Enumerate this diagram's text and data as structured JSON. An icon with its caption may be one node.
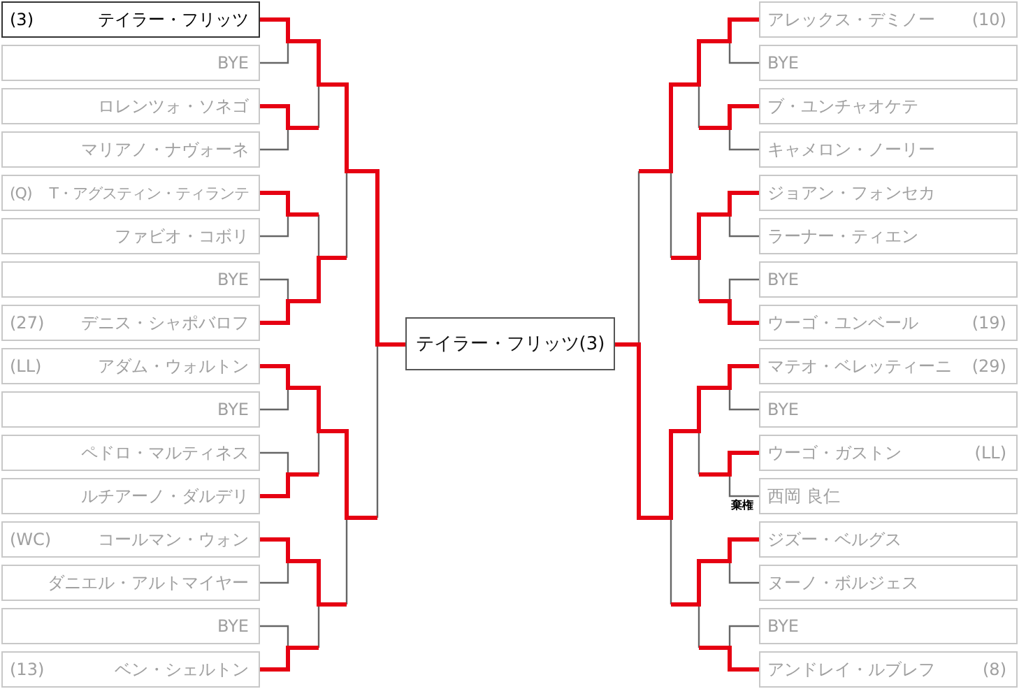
{
  "diagram": {
    "nodes": [
      {
        "text": [
          "(3)",
          "テイラー・フリッツ"
        ]
      },
      {
        "text": [
          "BYE"
        ]
      },
      {
        "text": [
          "ロレンツォ・ソネゴ"
        ]
      },
      {
        "text": [
          "マリアノ・ナヴォーネ"
        ]
      },
      {
        "text": [
          "(Q)",
          "T・アグスティン・ティランテ"
        ]
      },
      {
        "text": [
          "ファビオ・コボリ"
        ]
      },
      {
        "text": [
          "BYE"
        ]
      },
      {
        "text": [
          "(27)",
          "デニス・シャポバロフ"
        ]
      },
      {
        "text": [
          "(LL)",
          "アダム・ウォルトン"
        ]
      },
      {
        "text": [
          "BYE"
        ]
      },
      {
        "text": [
          "ペドロ・マルティネス"
        ]
      },
      {
        "text": [
          "ルチアーノ・ダルデリ"
        ]
      },
      {
        "text": [
          "(WC)",
          "コールマン・ウォン"
        ]
      },
      {
        "text": [
          "ダニエル・アルトマイヤー"
        ]
      },
      {
        "text": [
          "BYE"
        ]
      },
      {
        "text": [
          "(13)",
          "ベン・シェルトン"
        ]
      },
      {
        "text": [
          "テイラー・フリッツ(3)"
        ]
      },
      {
        "text": [
          "アレックス・デミノー",
          "(10)"
        ]
      },
      {
        "text": [
          "BYE"
        ]
      },
      {
        "text": [
          "ブ・ユンチャオケテ"
        ]
      },
      {
        "text": [
          "キャメロン・ノーリー"
        ]
      },
      {
        "text": [
          "ジョアン・フォンセカ"
        ]
      },
      {
        "text": [
          "ラーナー・ティエン"
        ]
      },
      {
        "text": [
          "BYE"
        ]
      },
      {
        "text": [
          "ウーゴ・ユンベール",
          "(19)"
        ]
      },
      {
        "text": [
          "マテオ・ベレッティーニ",
          "(29)"
        ]
      },
      {
        "text": [
          "BYE"
        ]
      },
      {
        "text": [
          "ウーゴ・ガストン",
          "(LL)"
        ]
      },
      {
        "text": [
          "西岡 良仁"
        ]
      },
      {
        "text": [
          "ジズー・ベルグス"
        ]
      },
      {
        "text": [
          "ヌーノ・ボルジェス"
        ]
      },
      {
        "text": [
          "BYE"
        ]
      },
      {
        "text": [
          "アンドレイ・ルブレフ",
          "(8)"
        ]
      }
    ],
    "edges": [
      {
        "from": 0,
        "to": 16,
        "arrow": "none",
        "style": "thick",
        "color": "#e60012"
      },
      {
        "from": 1,
        "to": null,
        "arrow": "none",
        "color": "#666666"
      },
      {
        "from": 2,
        "to": null,
        "arrow": "none",
        "style": "thick",
        "color": "#e60012"
      },
      {
        "from": 3,
        "to": null,
        "arrow": "none",
        "color": "#666666"
      },
      {
        "from": 4,
        "to": null,
        "arrow": "none",
        "style": "thick",
        "color": "#e60012"
      },
      {
        "from": 5,
        "to": null,
        "arrow": "none",
        "color": "#666666"
      },
      {
        "from": 6,
        "to": null,
        "arrow": "none",
        "color": "#666666"
      },
      {
        "from": 7,
        "to": null,
        "arrow": "none",
        "style": "thick",
        "color": "#e60012"
      },
      {
        "from": 8,
        "to": null,
        "arrow": "none",
        "style": "thick",
        "color": "#e60012"
      },
      {
        "from": 9,
        "to": null,
        "arrow": "none",
        "color": "#666666"
      },
      {
        "from": 10,
        "to": null,
        "arrow": "none",
        "color": "#666666"
      },
      {
        "from": 11,
        "to": null,
        "arrow": "none",
        "style": "thick",
        "color": "#e60012"
      },
      {
        "from": 12,
        "to": null,
        "arrow": "none",
        "style": "thick",
        "color": "#e60012"
      },
      {
        "from": 13,
        "to": null,
        "arrow": "none",
        "color": "#666666"
      },
      {
        "from": 14,
        "to": null,
        "arrow": "none",
        "color": "#666666"
      },
      {
        "from": 15,
        "to": null,
        "arrow": "none",
        "style": "thick",
        "color": "#e60012"
      },
      {
        "from": 17,
        "to": null,
        "arrow": "none",
        "style": "thick",
        "color": "#e60012"
      },
      {
        "from": 18,
        "to": null,
        "arrow": "none",
        "color": "#666666"
      },
      {
        "from": 19,
        "to": null,
        "arrow": "none",
        "style": "thick",
        "color": "#e60012"
      },
      {
        "from": 20,
        "to": null,
        "arrow": "none",
        "color": "#666666"
      },
      {
        "from": 21,
        "to": null,
        "arrow": "none",
        "style": "thick",
        "color": "#e60012"
      },
      {
        "from": 22,
        "to": null,
        "arrow": "none",
        "color": "#666666"
      },
      {
        "from": 23,
        "to": null,
        "arrow": "none",
        "color": "#666666"
      },
      {
        "from": 24,
        "to": null,
        "arrow": "none",
        "style": "thick",
        "color": "#e60012"
      },
      {
        "from": 25,
        "to": 16,
        "arrow": "none",
        "style": "thick",
        "color": "#e60012"
      },
      {
        "from": 26,
        "to": null,
        "arrow": "none",
        "color": "#666666"
      },
      {
        "from": 27,
        "to": null,
        "arrow": "none",
        "style": "thick",
        "color": "#e60012"
      },
      {
        "from": 28,
        "to": null,
        "arrow": "none",
        "label": "棄権",
        "color": "#666666"
      },
      {
        "from": 29,
        "to": null,
        "arrow": "none",
        "style": "thick",
        "color": "#e60012"
      },
      {
        "from": 30,
        "to": null,
        "arrow": "none",
        "color": "#666666"
      },
      {
        "from": 31,
        "to": null,
        "arrow": "none",
        "color": "#666666"
      },
      {
        "from": 32,
        "to": null,
        "arrow": "none",
        "style": "thick",
        "color": "#e60012"
      }
    ]
  }
}
